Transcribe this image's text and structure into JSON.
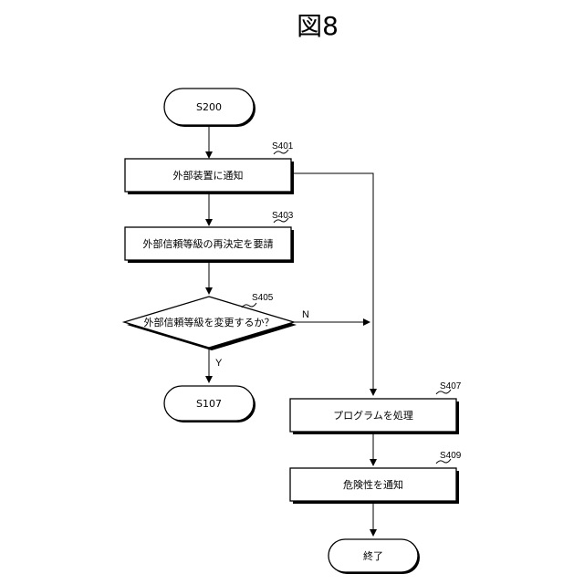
{
  "figure": {
    "title": "図8"
  },
  "nodes": {
    "start": {
      "label": "S200"
    },
    "s401": {
      "label": "外部装置に通知",
      "ref": "S401"
    },
    "s403": {
      "label": "外部信頼等級の再決定を要請",
      "ref": "S403"
    },
    "s405": {
      "label": "外部信頼等級を変更するか？",
      "ref": "S405"
    },
    "s107": {
      "label": "S107"
    },
    "s407": {
      "label": "プログラムを処理",
      "ref": "S407"
    },
    "s409": {
      "label": "危険性を通知",
      "ref": "S409"
    },
    "end": {
      "label": "終了"
    }
  },
  "edges": {
    "no_label": "N",
    "yes_label": "Y"
  }
}
